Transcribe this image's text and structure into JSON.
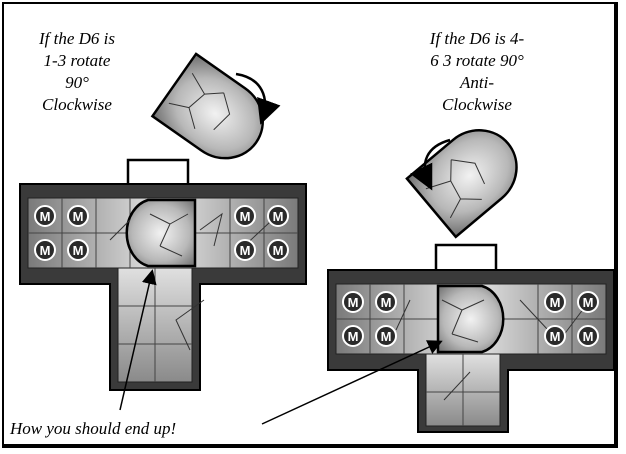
{
  "left_instruction": {
    "lines": [
      "If the D6 is",
      "1-3 rotate",
      "90°",
      "Clockwise"
    ]
  },
  "right_instruction": {
    "lines": [
      "If the D6 is 4-",
      "6 3 rotate 90°",
      "Anti-",
      "Clockwise"
    ]
  },
  "bottom_caption": "How you should end up!",
  "marker_letter": "M",
  "colors": {
    "border": "#000000",
    "board": "#3a3a3a",
    "tile": "#bdbdbd",
    "highlight": "#ffffff"
  },
  "icons": [
    "clockwise-arrow-icon",
    "anticlockwise-arrow-icon",
    "marine-marker-icon"
  ]
}
